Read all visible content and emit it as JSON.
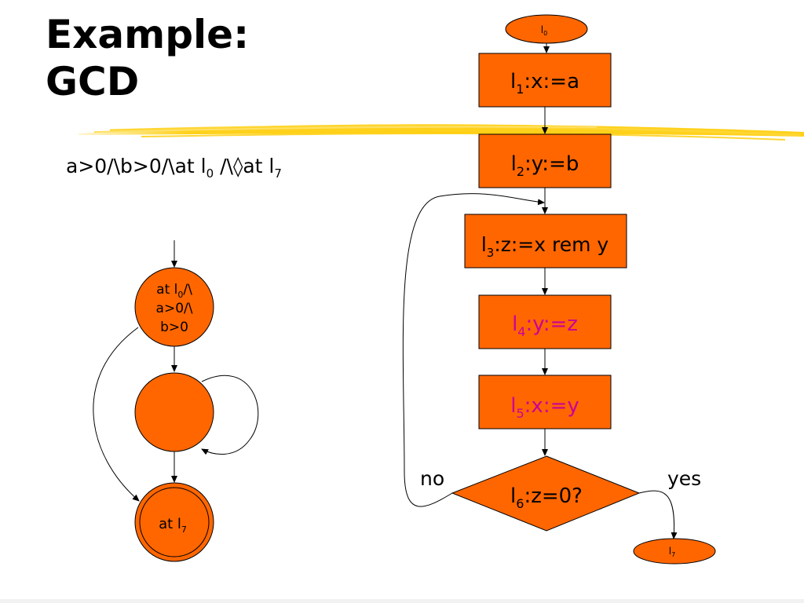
{
  "title": {
    "line1": "Example:",
    "line2": "GCD"
  },
  "formula": {
    "part1": "a>0/\\b>0/\\at l",
    "sub1": "0",
    "part2": " /\\◊",
    "part3": "at l",
    "sub2": "7"
  },
  "flowchart": {
    "start": {
      "base": "l",
      "sub": "0"
    },
    "end": {
      "base": "l",
      "sub": "7"
    },
    "steps": [
      {
        "base": "l",
        "sub": "1",
        "code": ":x:=a"
      },
      {
        "base": "l",
        "sub": "2",
        "code": ":y:=b"
      },
      {
        "base": "l",
        "sub": "3",
        "code": ":z:=x rem y"
      },
      {
        "base": "l",
        "sub": "4",
        "code": ":y:=z"
      },
      {
        "base": "l",
        "sub": "5",
        "code": ":x:=y"
      }
    ],
    "decision": {
      "base": "l",
      "sub": "6",
      "code": ":z=0?"
    },
    "no_label": "no",
    "yes_label": "yes"
  },
  "automaton": {
    "initial_state": {
      "line1_a": "at l",
      "line1_sub": "0",
      "line1_b": "/\\",
      "line2": "a>0/\\",
      "line3": "b>0"
    },
    "final_state": {
      "base": "at l",
      "sub": "7"
    }
  },
  "colors": {
    "shape_fill": "#ff6600",
    "shape_stroke": "#000000",
    "highlight_text": "#cc0099",
    "text": "#000000",
    "underline_stroke": "#ffcc00"
  }
}
